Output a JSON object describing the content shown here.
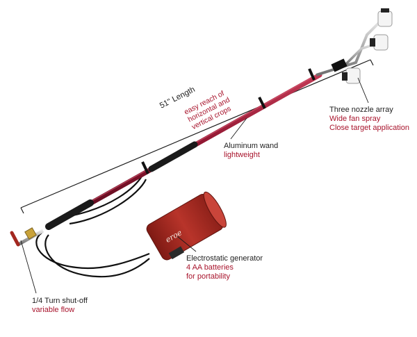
{
  "length_label": "51\" Length",
  "reach_note": {
    "lines": [
      "easy reach of",
      "horizontal and",
      "vertical crops"
    ]
  },
  "nozzle": {
    "title": "Three nozzle array",
    "line1": "Wide fan spray",
    "line2": "Close target application"
  },
  "wand": {
    "title": "Aluminum wand",
    "line1": "lightweight"
  },
  "generator": {
    "title": "Electrostatic generator",
    "line1": "4 AA batteries",
    "line2": "for portability"
  },
  "shutoff": {
    "title": "1/4 Turn shut-off",
    "line1": "variable flow"
  },
  "colors": {
    "wand": "#9a1b34",
    "generator": "#a3271f",
    "accent_text": "#a8142c",
    "body_text": "#1e1e1e"
  },
  "icons": {
    "generator_logo": "spray-logo"
  }
}
